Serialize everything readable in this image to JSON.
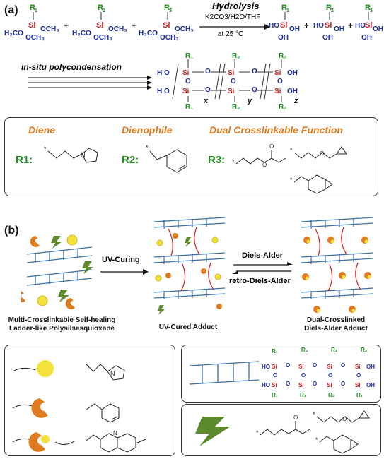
{
  "panel_a": {
    "label": "(a)",
    "reaction_title": "Hydrolysis",
    "reaction_conditions": "K2CO3/H2O/THF",
    "reaction_temp": "at 25 °C",
    "reactants": [
      {
        "r": "R1",
        "subs": "H3CO  OCH3  OCH3"
      },
      {
        "r": "R2",
        "subs": "H3CO  OCH3  OCH3"
      },
      {
        "r": "R3",
        "subs": "H3CO  OCH3  OCH3"
      }
    ],
    "products": [
      "R1",
      "R2",
      "R3"
    ],
    "polycondensation": "in-situ polycondensation",
    "ladder_labels": {
      "x": "x",
      "y": "y",
      "z": "z"
    },
    "function_box": {
      "diene": "Diene",
      "dienophile": "Dienophile",
      "dual": "Dual Crosslinkable Function",
      "r1": "R1:",
      "r2": "R2:",
      "r3": "R3:"
    }
  },
  "panel_b": {
    "label": "(b)",
    "uv_curing": "UV-Curing",
    "diels_alder": "Diels-Alder",
    "retro": "retro-Diels-Alder",
    "caption_left_1": "Multi-Crosslinkable Self-healing",
    "caption_left_2": "Ladder-like Polysilsesquioxane",
    "caption_mid": "UV-Cured Adduct",
    "caption_right_1": "Dual-Crosslinked",
    "caption_right_2": "Diels-Alder Adduct"
  },
  "colors": {
    "blue": "#1f2f9c",
    "red": "#d11d1d",
    "green": "#1f8a1f",
    "orange": "#e07a1e",
    "yellow": "#f2e23b",
    "bolt": "#5e8a2e"
  }
}
